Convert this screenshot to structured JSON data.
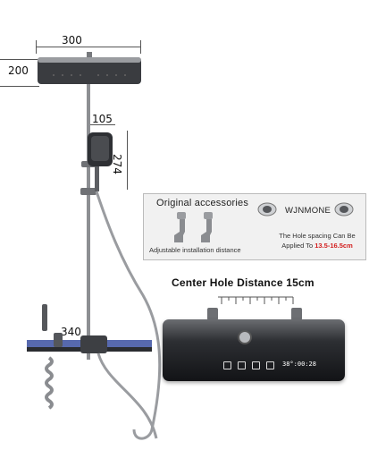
{
  "dimensions": {
    "showerhead_width": "300",
    "showerhead_height": "200",
    "handheld_width": "105",
    "handheld_height": "274",
    "shelf_width": "340"
  },
  "accessories": {
    "title": "Original accessories",
    "subtitle": "Adjustable installation distance",
    "brand": "WJNMONE",
    "spacing_line1": "The Hole spacing Can Be",
    "spacing_line2_prefix": "Applied To ",
    "spacing_range": "13.5-16.5cm"
  },
  "center_hole": {
    "title": "Center Hole Distance 15cm"
  },
  "panel": {
    "clock": "38°:00:28"
  },
  "colors": {
    "spacing_range": "#d32020",
    "panel_dark": "#121316",
    "shelf_blue": "#3a4fa0"
  }
}
